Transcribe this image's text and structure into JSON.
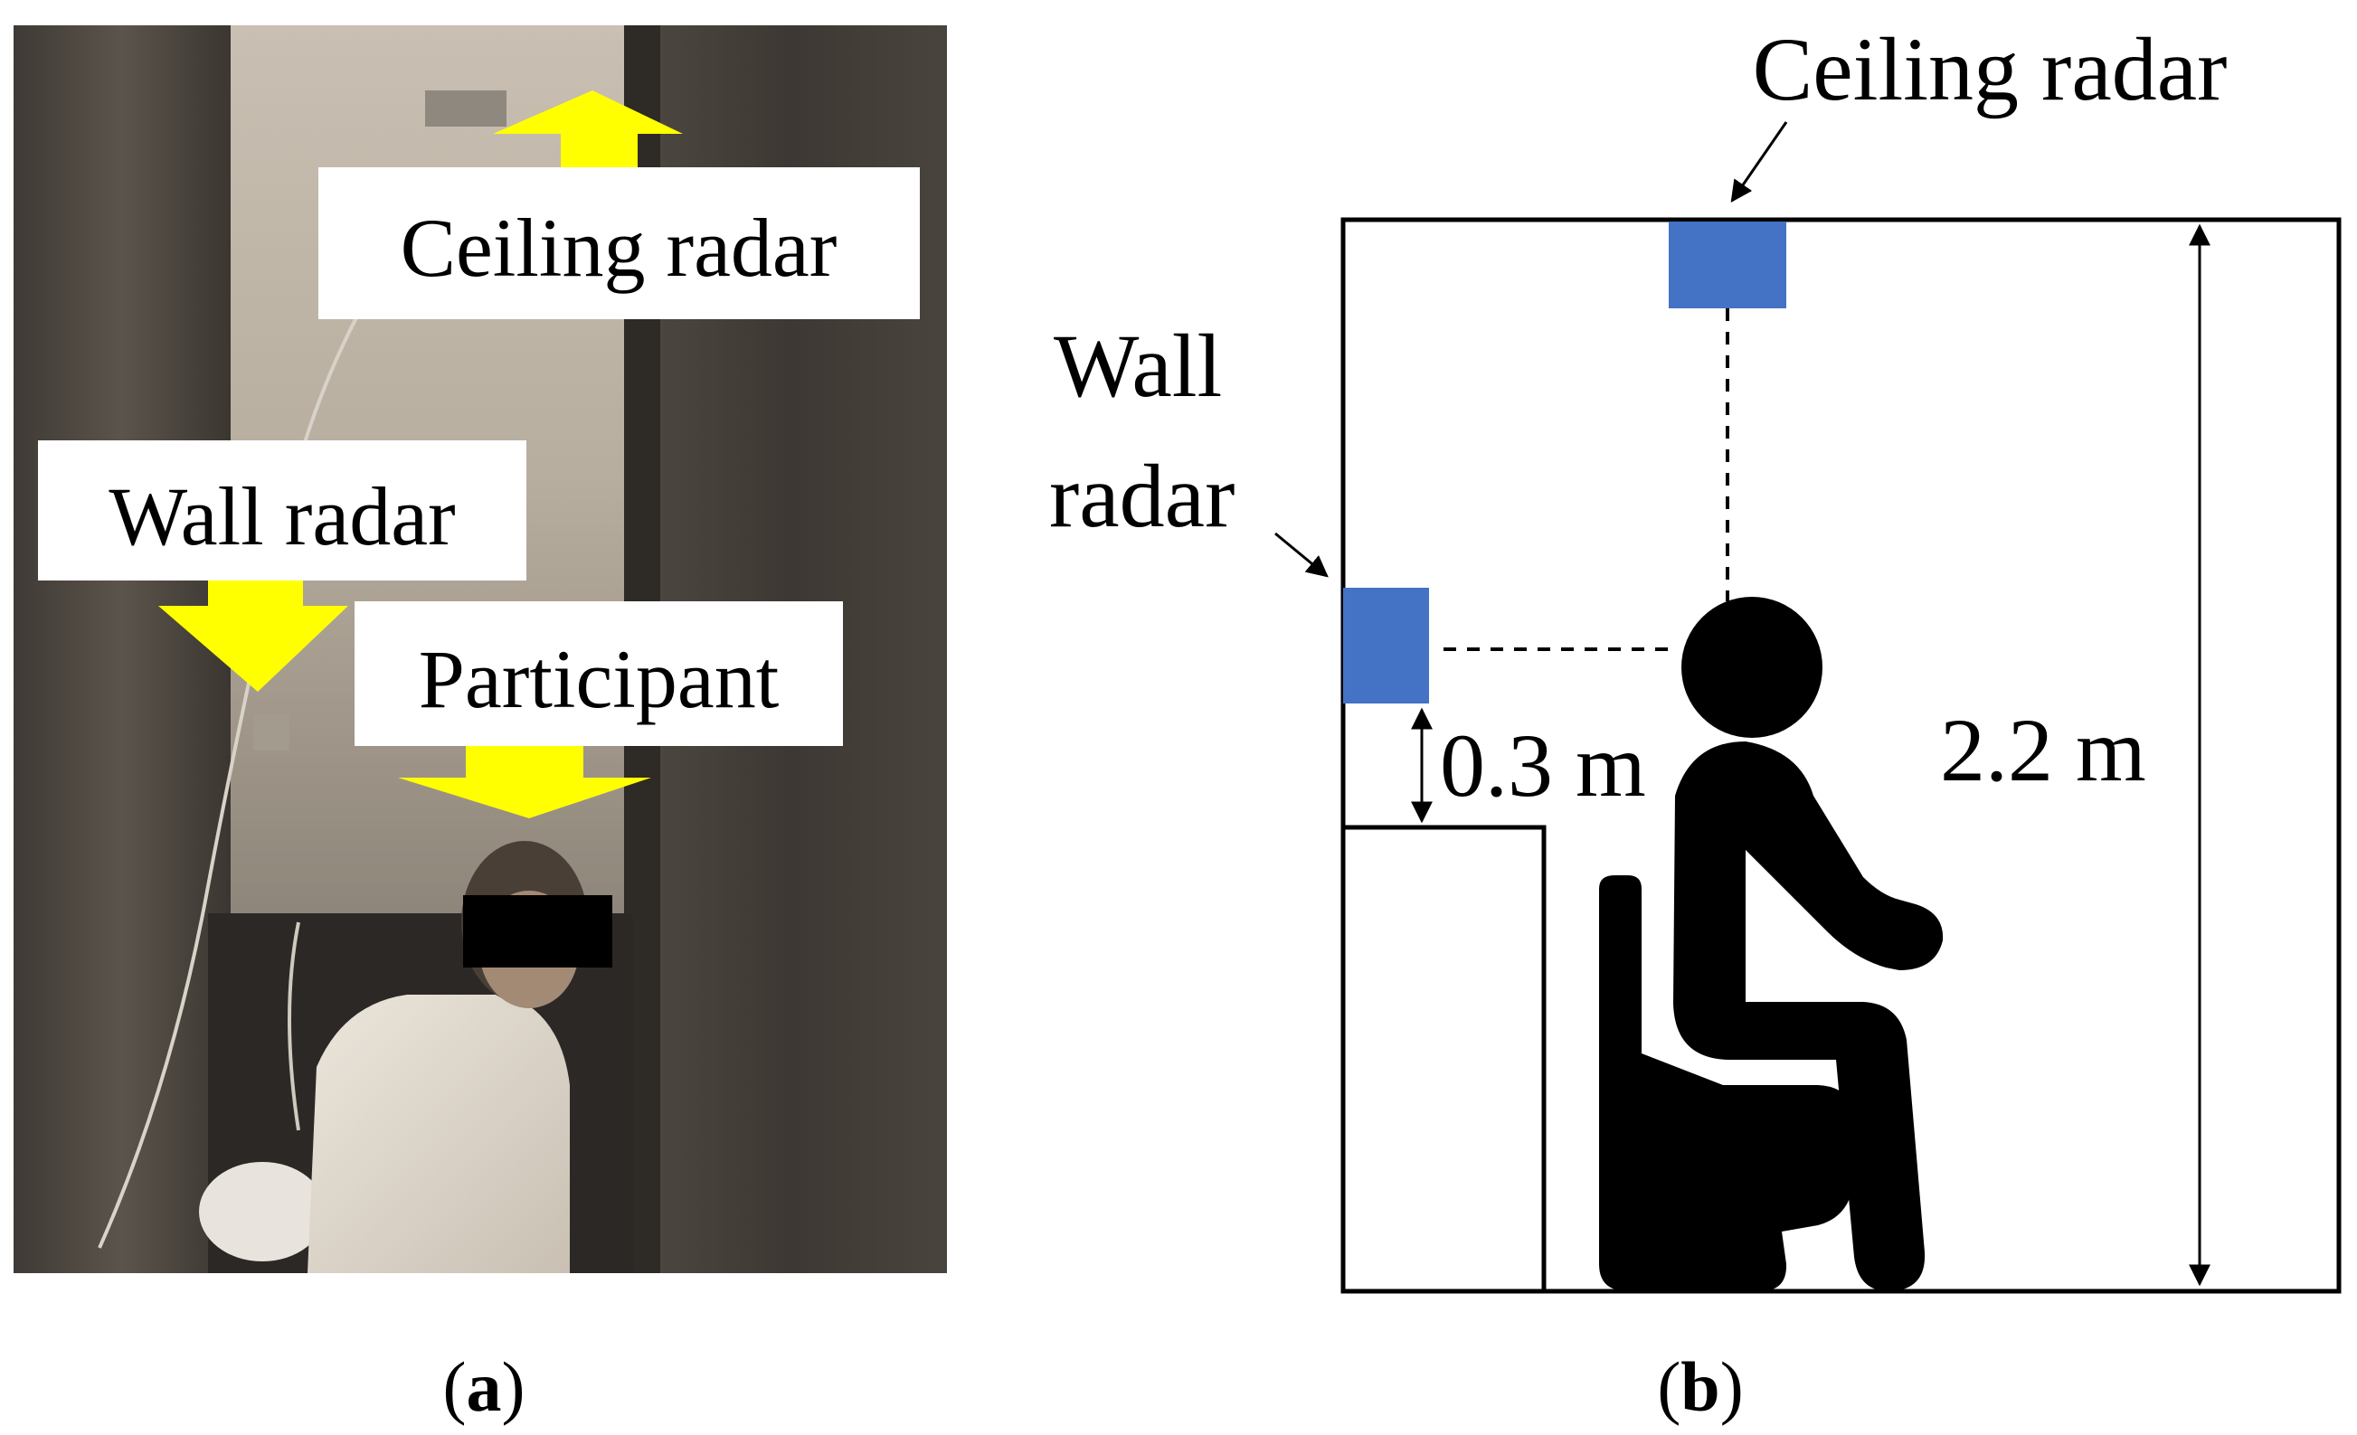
{
  "panel_a": {
    "labels": {
      "ceiling_radar": "Ceiling radar",
      "wall_radar": "Wall radar",
      "participant": "Participant"
    },
    "caption": {
      "open": "(",
      "letter": "a",
      "close": ")"
    }
  },
  "panel_b": {
    "labels": {
      "ceiling_radar": "Ceiling radar",
      "wall_line1": "Wall",
      "wall_line2": "radar",
      "dim_wall_height": "0.3 m",
      "dim_room_height": "2.2 m"
    },
    "caption": {
      "open": "(",
      "letter": "b",
      "close": ")"
    }
  },
  "colors": {
    "arrow": "#ffff00",
    "radar": "#4472c4",
    "figure": "#000000"
  }
}
